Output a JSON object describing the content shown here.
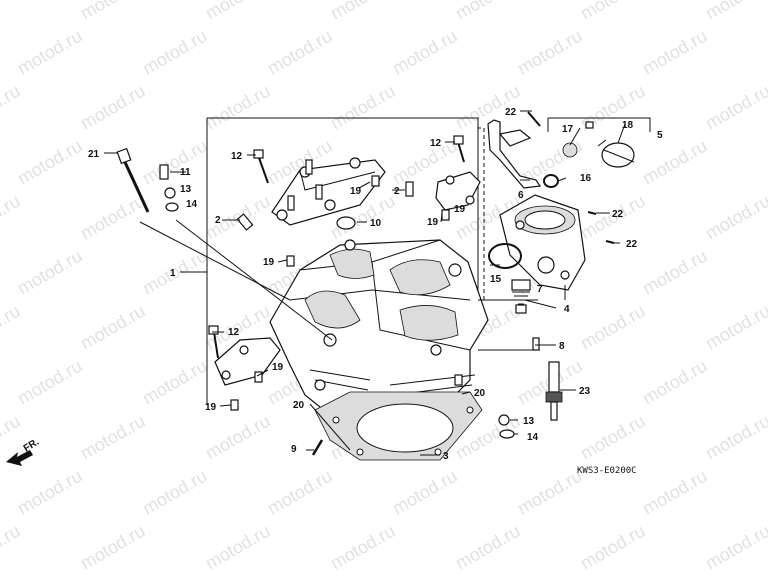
{
  "watermark": {
    "text": "motod.ru"
  },
  "diagram_code": "KWS3-E0200C",
  "direction_label": "FR.",
  "callouts": [
    "1",
    "2",
    "3",
    "4",
    "5",
    "6",
    "7",
    "8",
    "9",
    "10",
    "11",
    "12",
    "13",
    "14",
    "15",
    "16",
    "17",
    "18",
    "19",
    "20",
    "21",
    "22",
    "23"
  ],
  "colors": {
    "line": "#111111",
    "watermark": "#c9c9c9",
    "background": "#ffffff"
  }
}
